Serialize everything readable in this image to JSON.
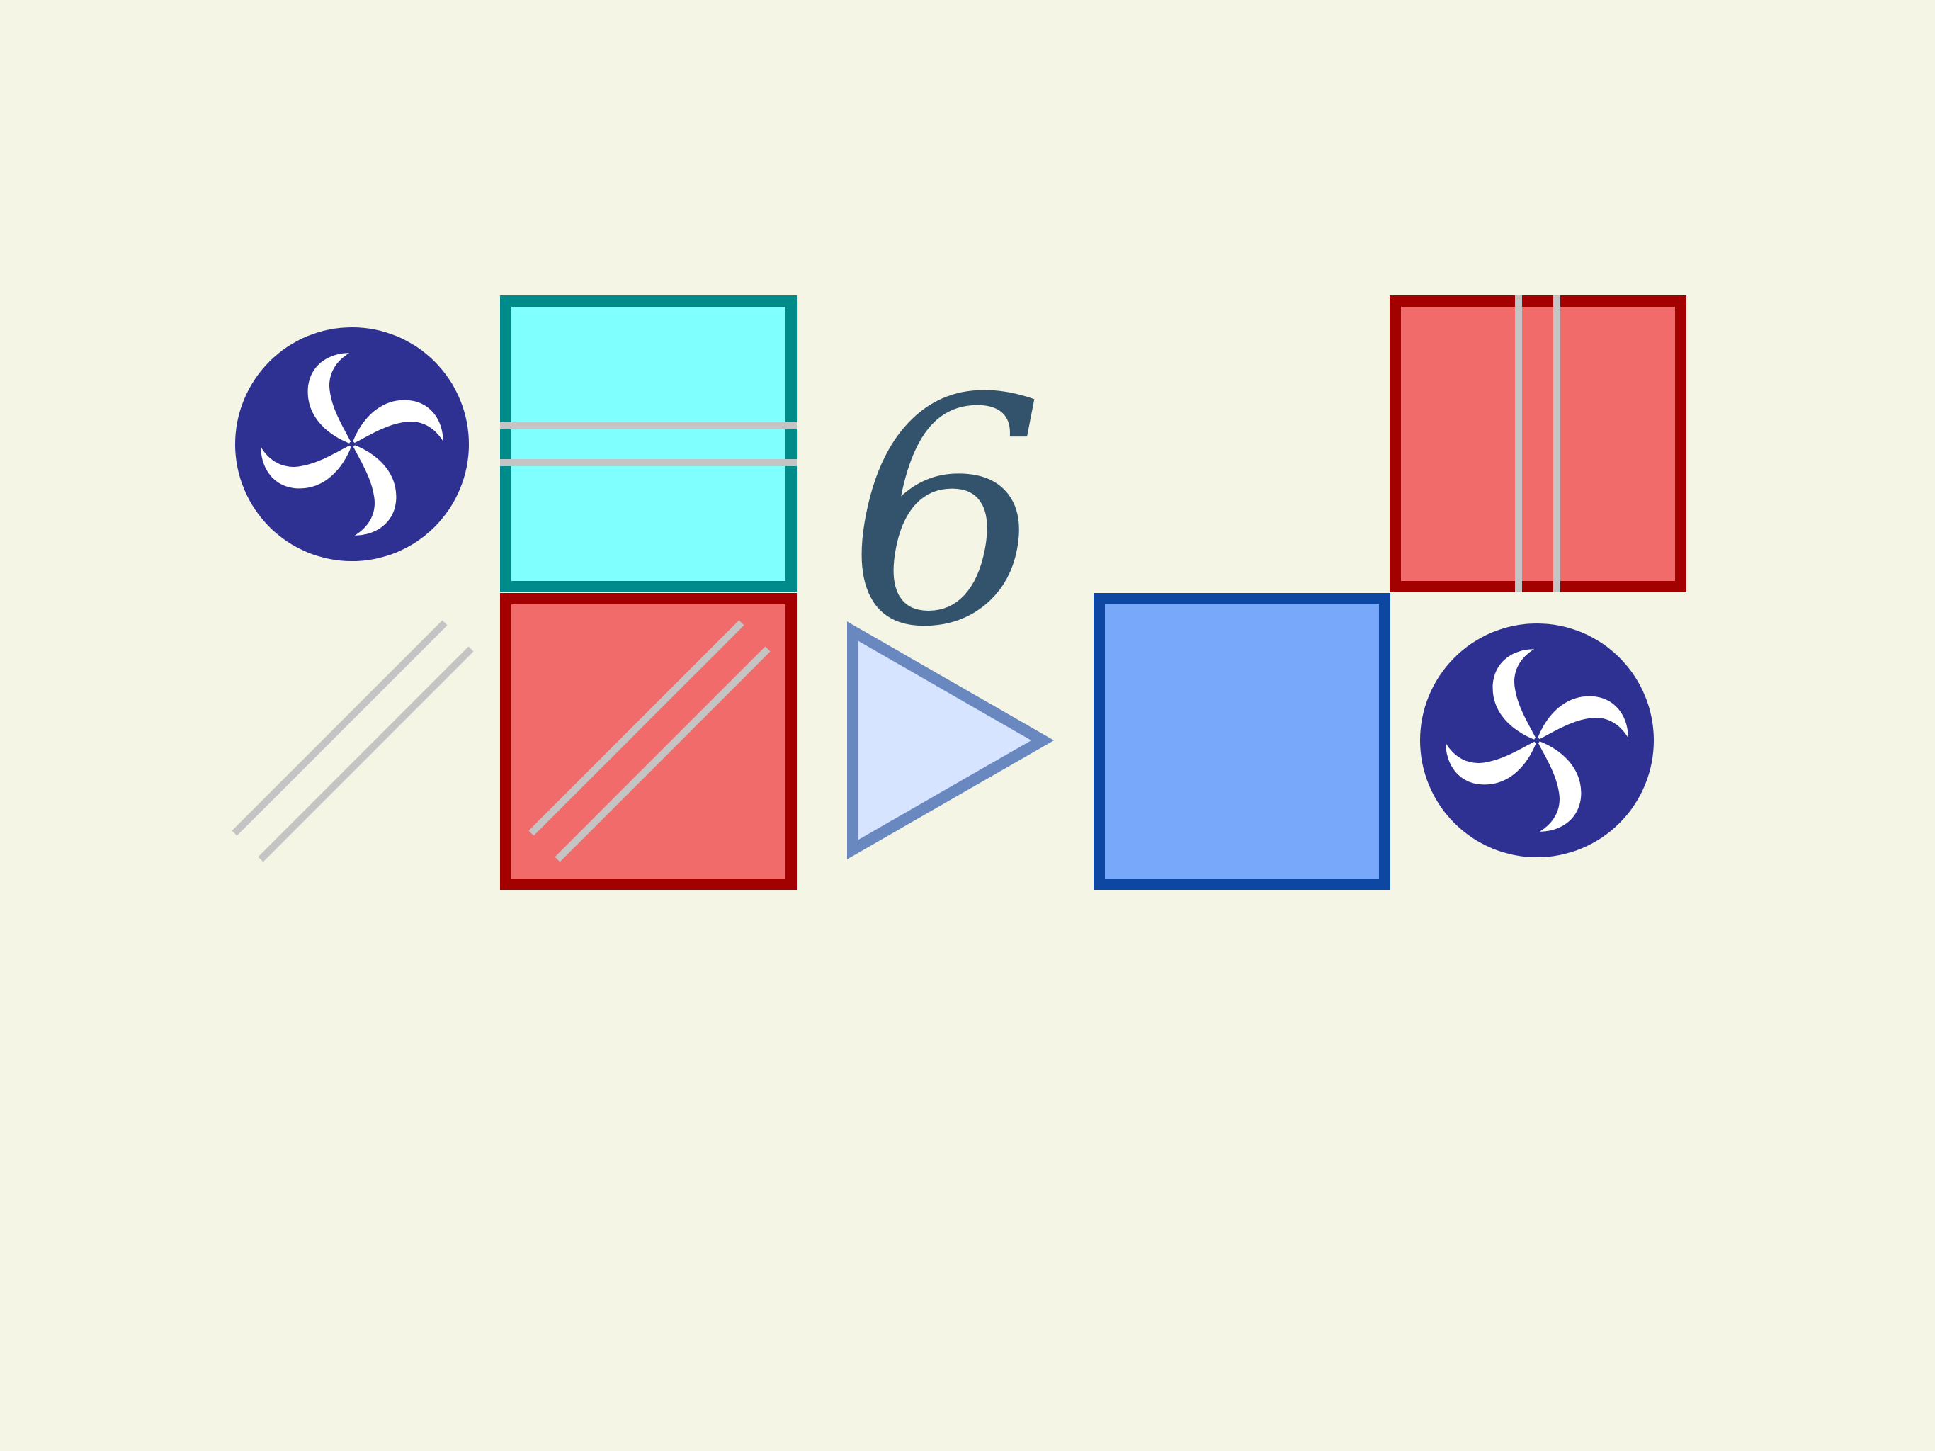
{
  "puzzle": {
    "number_label": "6"
  },
  "colors": {
    "background": "#f5f5e6",
    "cyan_fill": "#80ffff",
    "cyan_border": "#008b8b",
    "red_fill": "#f26b6b",
    "red_border": "#a30000",
    "blue_fill": "#78a8fa",
    "blue_border": "#0d47a1",
    "triangle_fill": "#d6e4ff",
    "triangle_border": "#6a88c0",
    "swirl_circle": "#2e3192",
    "swirl_petal": "#ffffff",
    "line_gray": "#c4c4c4",
    "number_color": "#32536b"
  },
  "pieces": [
    {
      "name": "swirl-icon",
      "kind": "swirl"
    },
    {
      "name": "cyan-square",
      "kind": "square",
      "pattern": "double-horizontal-lines"
    },
    {
      "name": "number-six",
      "kind": "number"
    },
    {
      "name": "red-square",
      "kind": "square",
      "pattern": "double-vertical-lines"
    },
    {
      "name": "diagonal-lines",
      "kind": "lines",
      "pattern": "double-diagonal-lines"
    },
    {
      "name": "red-square",
      "kind": "square",
      "pattern": "double-diagonal-lines"
    },
    {
      "name": "triangle-icon",
      "kind": "triangle",
      "direction": "right"
    },
    {
      "name": "blue-square",
      "kind": "square",
      "pattern": "none"
    },
    {
      "name": "swirl-icon",
      "kind": "swirl"
    }
  ]
}
